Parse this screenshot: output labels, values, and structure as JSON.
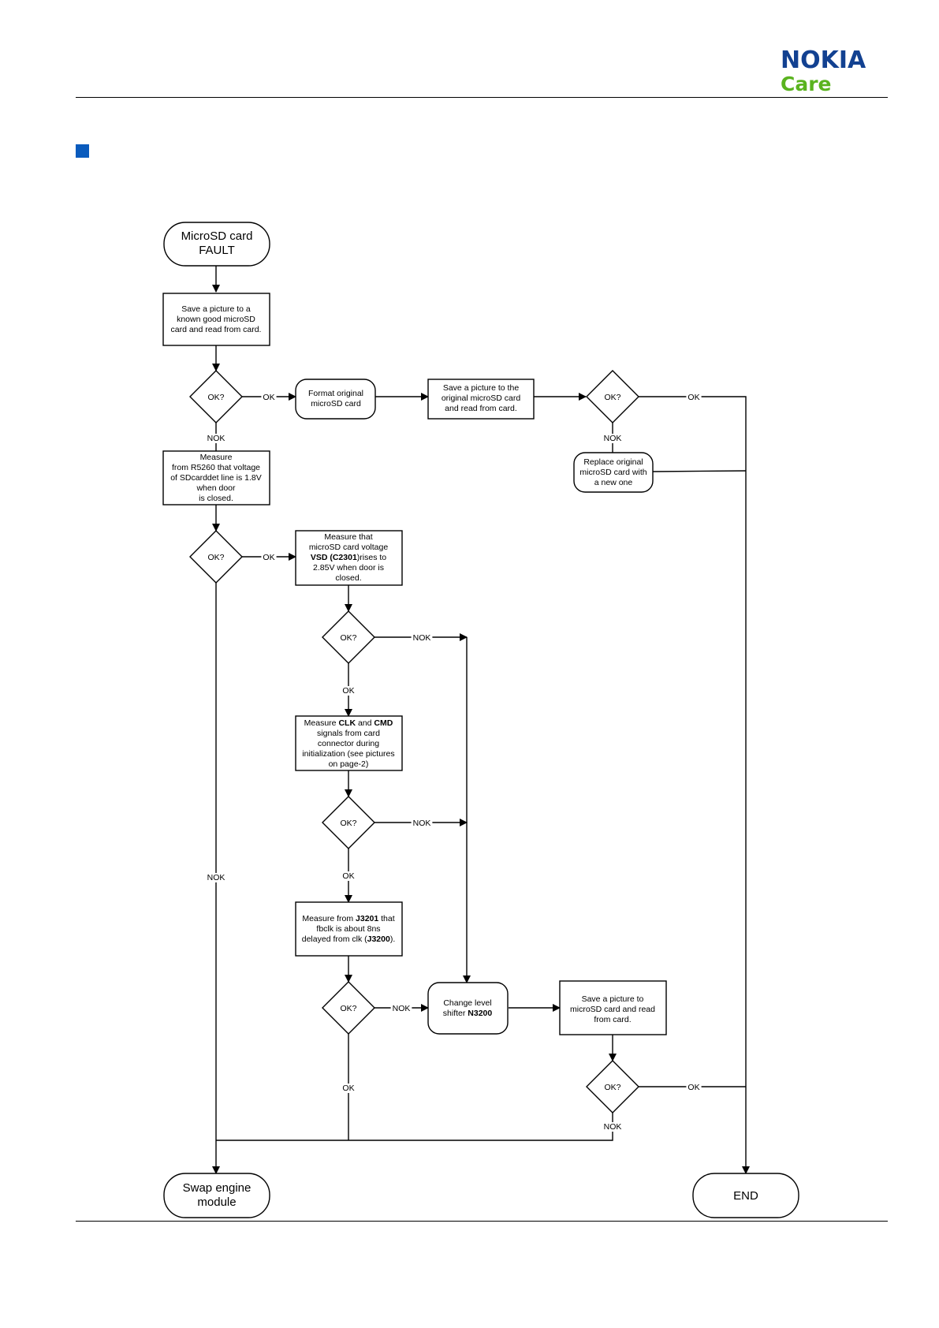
{
  "header": {
    "logo_brand": "NOKIA",
    "logo_sub": "Care",
    "brand_color": "#124191",
    "sub_color": "#5ab31f"
  },
  "section_marker_color": "#0a5bbd",
  "flowchart": {
    "start": [
      "MicroSD card",
      "FAULT"
    ],
    "step_save_known": [
      "Save a picture to a",
      "known good microSD",
      "card and read from card."
    ],
    "q1": "OK?",
    "format_card": [
      "Format original",
      "microSD card"
    ],
    "save_original": [
      "Save a picture to the",
      "original microSD card",
      "and read from card."
    ],
    "q2": "OK?",
    "replace_card": [
      "Replace original",
      "microSD card with",
      "a new one"
    ],
    "measure_r5260": [
      "Measure",
      "from R5260 that voltage",
      "of SDcarddet line is 1.8V",
      "when door",
      "is closed."
    ],
    "q3": "OK?",
    "measure_vsd": {
      "line1": "Measure that",
      "line2": "microSD card voltage",
      "line3_bold_a": "VSD (C2301",
      "line3_normal": ")rises to",
      "line4": "2.85V when door is",
      "line5": "closed."
    },
    "q4": "OK?",
    "measure_clk": {
      "line1_a": "Measure ",
      "line1_b": "CLK",
      "line1_c": " and ",
      "line1_d": "CMD",
      "line2": "signals from card",
      "line3": "connector during",
      "line4": "initialization (see pictures",
      "line5": "on page-2)"
    },
    "q5": "OK?",
    "measure_j3201": {
      "line1_a": "Measure from ",
      "line1_b": "J3201",
      "line1_c": " that",
      "line2": "fbclk is about 8ns",
      "line3_a": "delayed from clk (",
      "line3_b": "J3200",
      "line3_c": ")."
    },
    "q6": "OK?",
    "change_level": {
      "line1": "Change level",
      "line2_a": "shifter ",
      "line2_b": "N3200"
    },
    "save_to_card": [
      "Save a picture to",
      "microSD card and read",
      "from card."
    ],
    "q7": "OK?",
    "swap": [
      "Swap engine",
      "module"
    ],
    "end": "END",
    "label_ok": "OK",
    "label_nok": "NOK"
  }
}
